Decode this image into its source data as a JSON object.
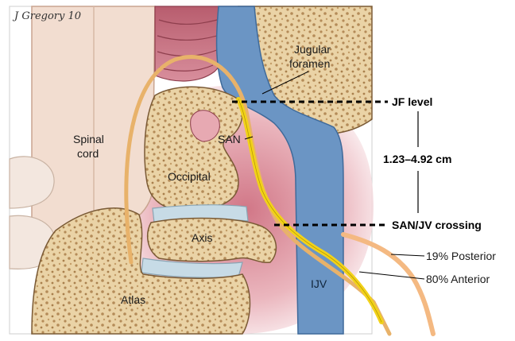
{
  "signature": "J Gregory 10",
  "labels": {
    "jugular_foramen_line1": "Jugular",
    "jugular_foramen_line2": "foramen",
    "spinal_cord_line1": "Spinal",
    "spinal_cord_line2": "cord",
    "san": "SAN",
    "occipital": "Occipital",
    "axis": "Axis",
    "atlas": "Atlas",
    "ijv": "IJV",
    "jf_level": "JF level",
    "distance": "1.23–4.92 cm",
    "crossing": "SAN/JV crossing",
    "posterior": "19% Posterior",
    "anterior": "80% Anterior"
  },
  "colors": {
    "bone": "#e9d2a6",
    "bone_dots": "#b48b58",
    "vein": "#6b95c4",
    "nerve": "#f2d21a",
    "nerve_alt": "#f4b982",
    "muscle": "#c86d7c",
    "tissue": "#dfa0a8",
    "disc": "#c7dbe6"
  }
}
